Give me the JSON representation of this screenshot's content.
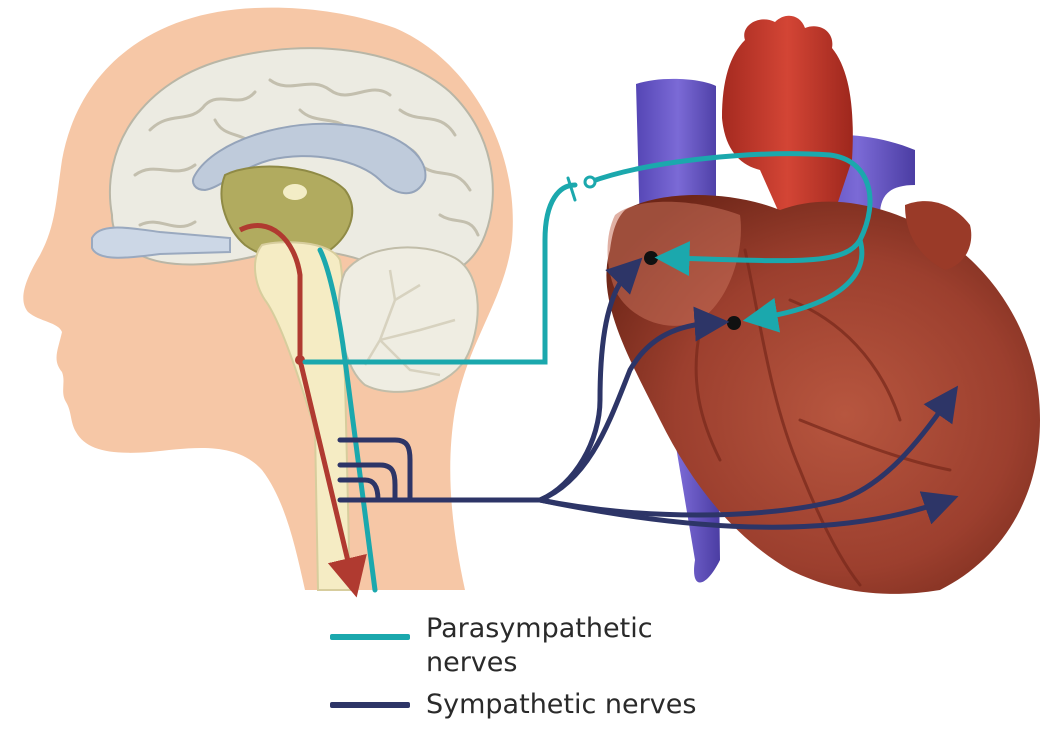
{
  "legend": {
    "parasympathetic": {
      "line1": "Parasympathetic",
      "line2": "nerves",
      "color": "#1ba8ad"
    },
    "sympathetic": {
      "label": "Sympathetic nerves",
      "color": "#2d3567"
    }
  },
  "colors": {
    "skin": "#f6c7a6",
    "brain": "#ecebe2",
    "brainstem": "#f5ecc4",
    "hypothalamus": "#b1ab5f",
    "corpus_callosum": "#bfcbdb",
    "cerebellum": "#efede2",
    "vena_cava": "#6f5fc9",
    "aorta": "#c7372a",
    "heart_muscle": "#b04a36",
    "spinal_descending": "#b03a30"
  }
}
